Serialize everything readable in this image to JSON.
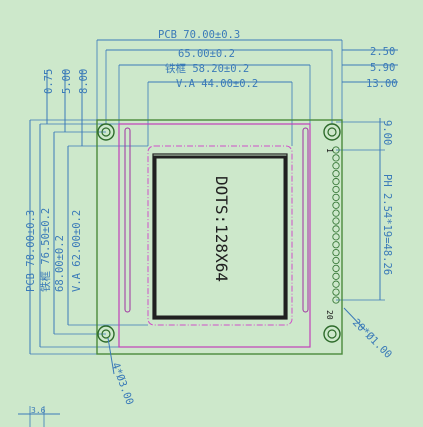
{
  "lcd": {
    "text": "DOTS:128X64"
  },
  "dims": {
    "pcb_w": "PCB 70.00±0.3",
    "holes_w": "65.00±0.2",
    "frame_w": "铁框 58.20±0.2",
    "va_w": "V.A 44.00±0.2",
    "r_250": "2.50",
    "r_590": "5.90",
    "r_1300": "13.00",
    "t_075": "0.75",
    "t_500": "5.00",
    "t_800": "8.00",
    "pcb_h": "PCB 78.00±0.3",
    "frame_h": "铁框 76.50±0.2",
    "holes_h": "68.00±0.2",
    "va_h": "V.A 62.00±0.2",
    "pin_top": "9.00",
    "pitch": "PH 2.54*19=48.26",
    "pins": "20*Ø1.00",
    "hole_d": "4*Ø3.00",
    "bottom_small": "3.6"
  },
  "pins": {
    "first": "1",
    "last": "20"
  }
}
